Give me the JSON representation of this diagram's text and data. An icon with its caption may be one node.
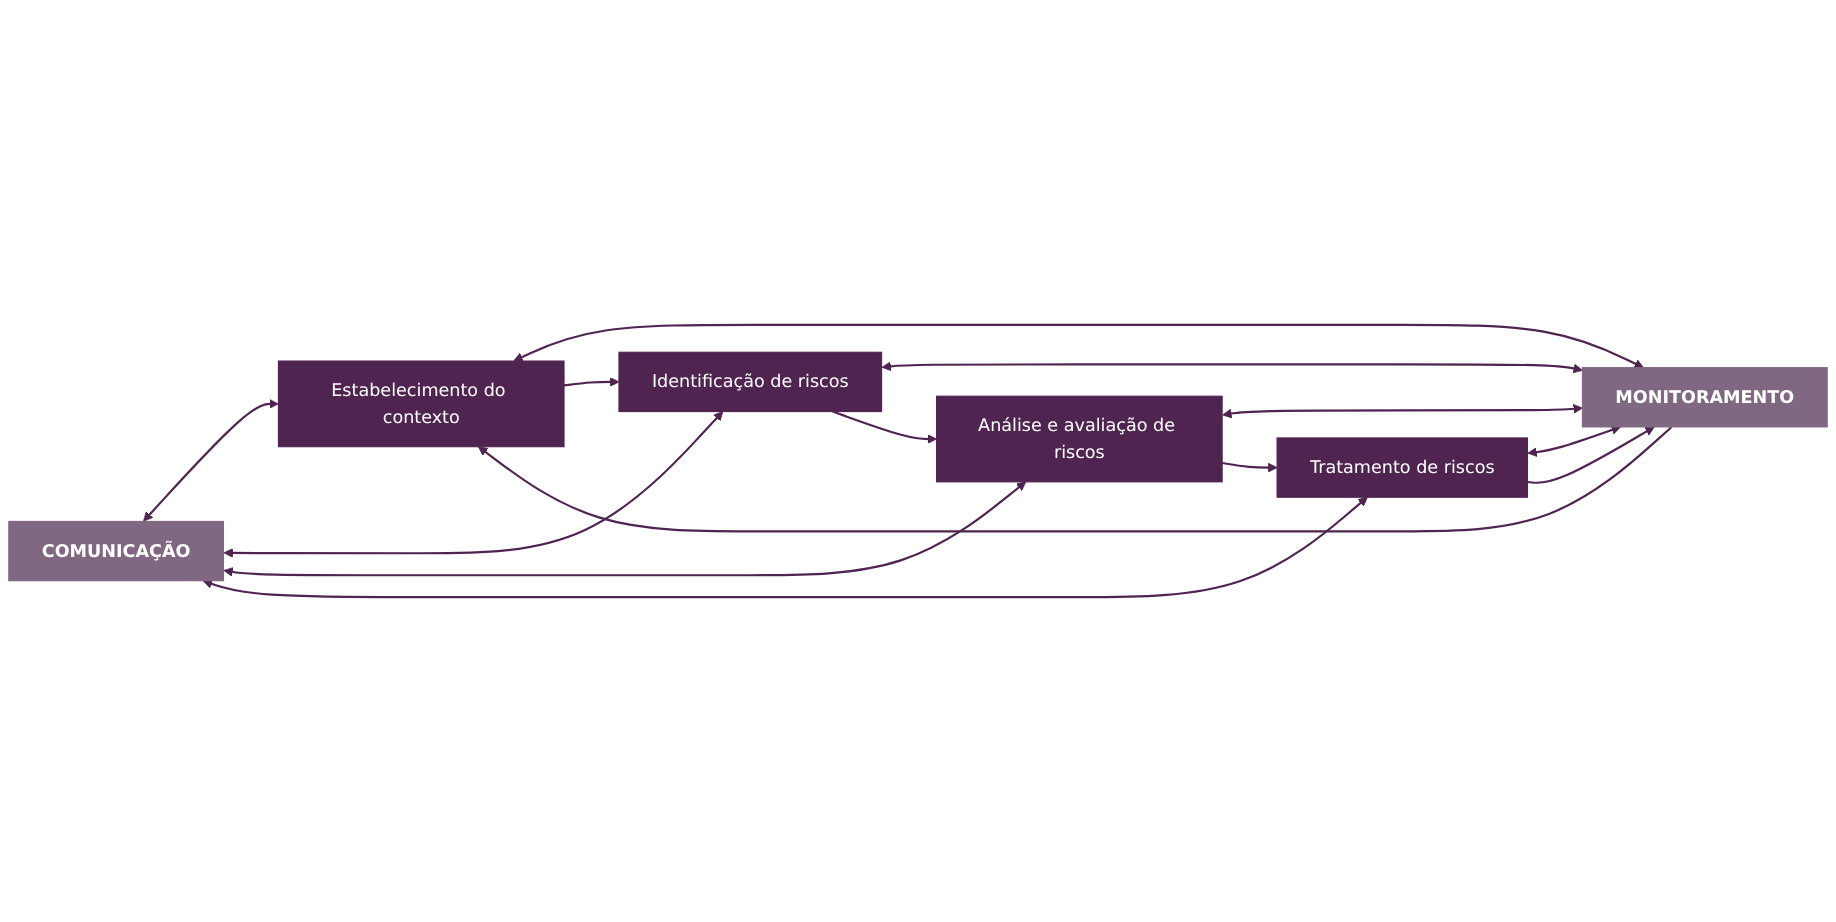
{
  "diagram": {
    "nodes": [
      {
        "text": [
          "COMUNICAÇÃO"
        ]
      },
      {
        "text": [
          "Estabelecimento do contexto"
        ]
      },
      {
        "text": [
          "Identificação de riscos"
        ]
      },
      {
        "text": [
          "Análise e avaliação de riscos"
        ]
      },
      {
        "text": [
          "Tratamento de riscos"
        ]
      },
      {
        "text": [
          "MONITORAMENTO"
        ]
      }
    ],
    "edges": [
      {
        "from": 0,
        "to": 1,
        "arrow": "both"
      },
      {
        "from": 1,
        "to": 5,
        "arrow": "both"
      },
      {
        "from": 0,
        "to": 2,
        "arrow": "both"
      },
      {
        "from": 2,
        "to": 5,
        "arrow": "both"
      },
      {
        "from": 0,
        "to": 3,
        "arrow": "both"
      },
      {
        "from": 3,
        "to": 5,
        "arrow": "both"
      },
      {
        "from": 0,
        "to": 4,
        "arrow": "both"
      },
      {
        "from": 4,
        "to": 5,
        "arrow": "both"
      },
      {
        "from": 1,
        "to": 2,
        "arrow": "to"
      },
      {
        "from": 2,
        "to": 3,
        "arrow": "to"
      },
      {
        "from": 3,
        "to": 4,
        "arrow": "to"
      },
      {
        "from": 5,
        "to": 1,
        "arrow": "to"
      },
      {
        "from": 4,
        "to": 5,
        "arrow": "to"
      }
    ]
  }
}
